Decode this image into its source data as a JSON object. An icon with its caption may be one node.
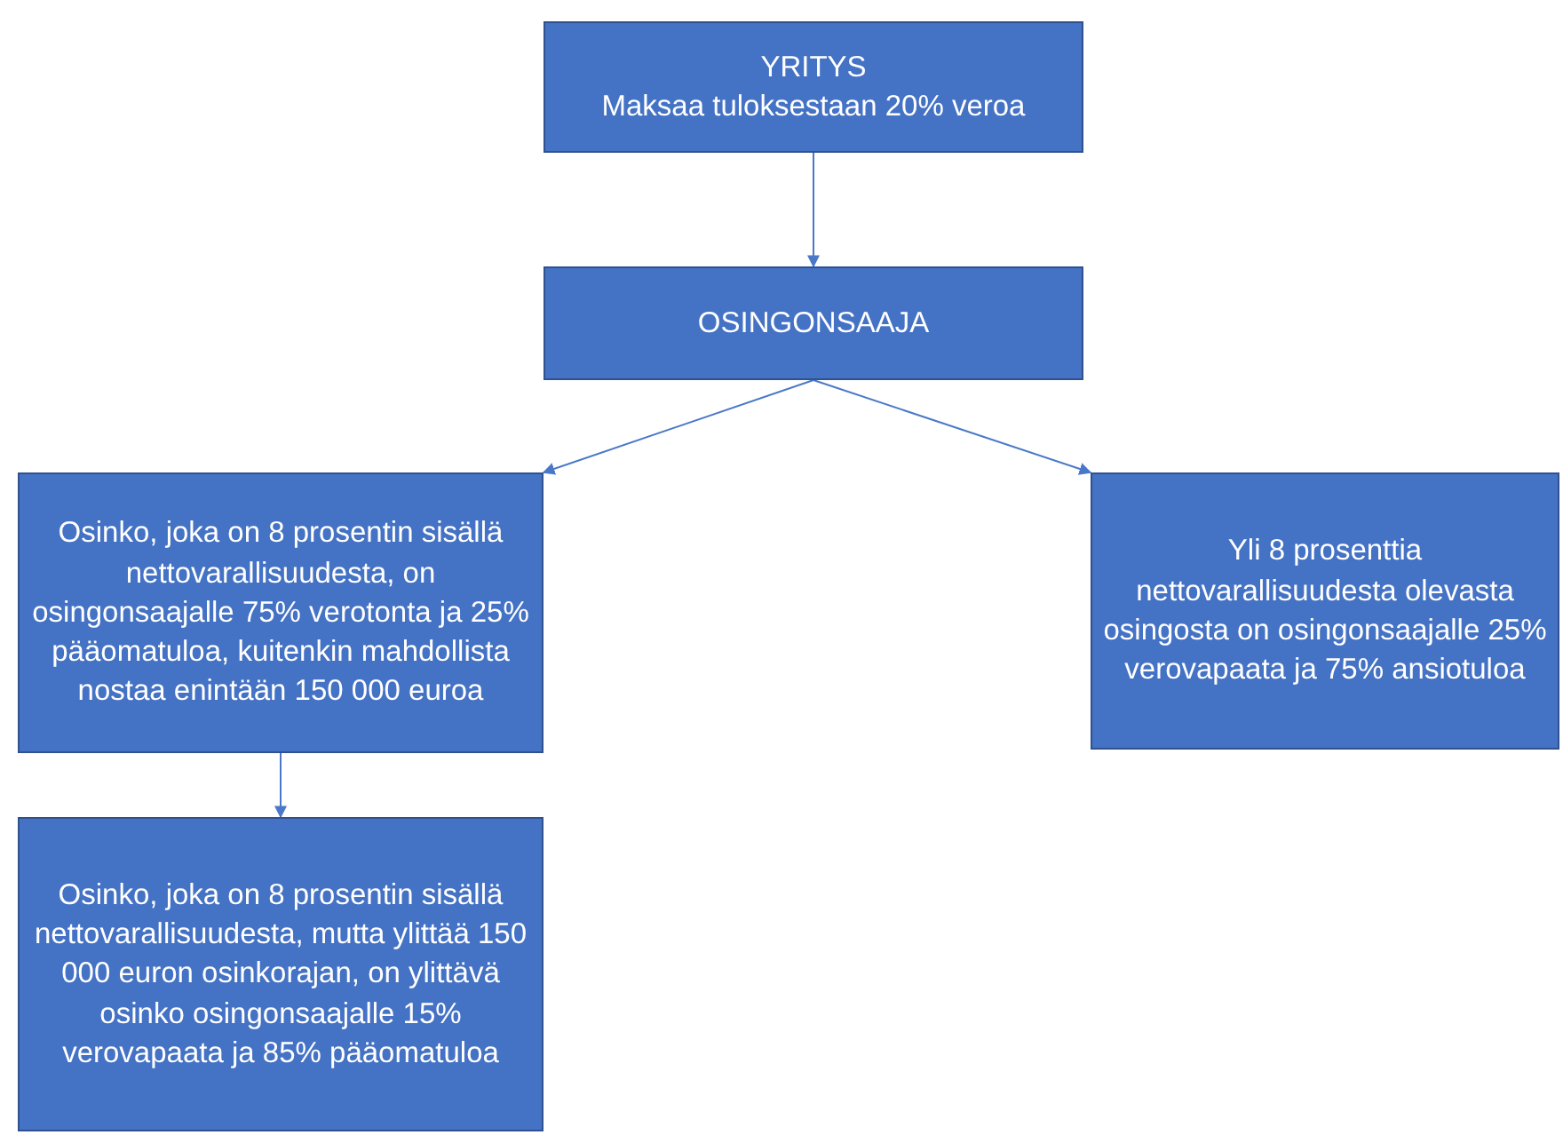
{
  "diagram": {
    "nodes": [
      {
        "text": [
          "YRITYS",
          "Maksaa tuloksestaan 20% veroa"
        ]
      },
      {
        "text": [
          "OSINGONSAAJA"
        ]
      },
      {
        "text": [
          "Osinko, joka on 8 prosentin sisällä nettovarallisuudesta, on osingonsaajalle 75% verotonta ja 25% pääomatuloa, kuitenkin mahdollista nostaa enintään 150 000 euroa"
        ]
      },
      {
        "text": [
          "Yli 8 prosenttia nettovarallisuudesta olevasta osingosta on osingonsaajalle 25% verovapaata ja 75% ansiotuloa"
        ]
      },
      {
        "text": [
          "Osinko, joka on 8 prosentin sisällä nettovarallisuudesta, mutta ylittää 150 000 euron osinkorajan, on ylittävä osinko osingonsaajalle 15% verovapaata ja 85% pääomatuloa"
        ]
      }
    ],
    "edges": [
      {
        "from": 0,
        "to": 1,
        "arrow": "to"
      },
      {
        "from": 1,
        "to": 2,
        "arrow": "to"
      },
      {
        "from": 1,
        "to": 3,
        "arrow": "to"
      },
      {
        "from": 2,
        "to": 4,
        "arrow": "to"
      }
    ]
  }
}
